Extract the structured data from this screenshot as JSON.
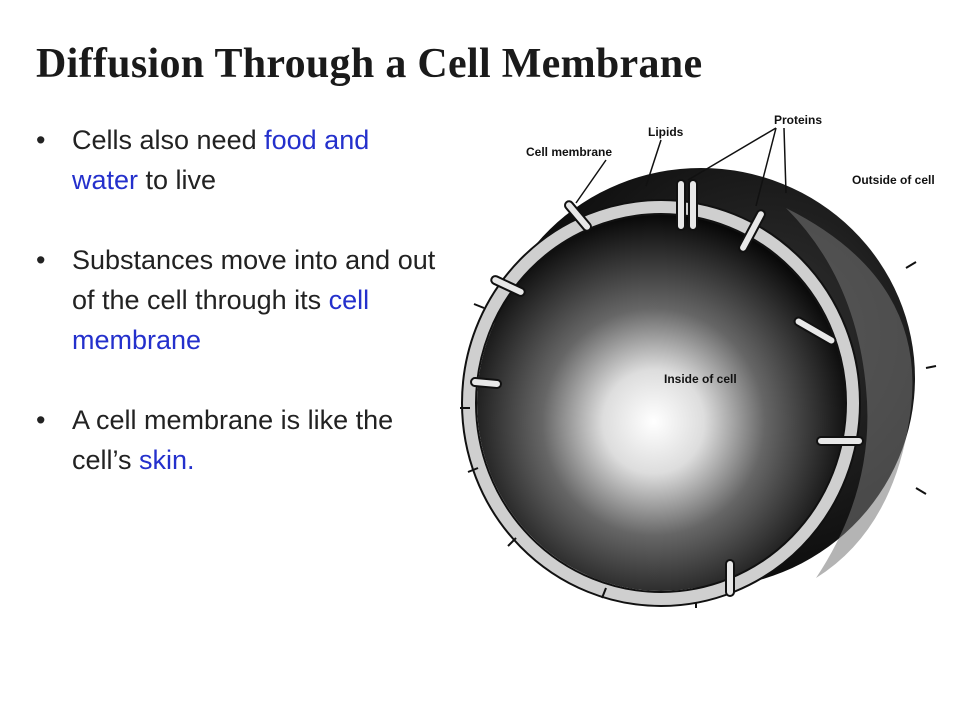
{
  "slide": {
    "title": "Diffusion Through a Cell Membrane",
    "bullets": [
      {
        "parts": [
          {
            "text": "Cells also need ",
            "highlight": false
          },
          {
            "text": "food and water",
            "highlight": true
          },
          {
            "text": " to live",
            "highlight": false
          }
        ]
      },
      {
        "parts": [
          {
            "text": "Substances move into and out of the cell through its ",
            "highlight": false
          },
          {
            "text": "cell membrane",
            "highlight": true
          }
        ]
      },
      {
        "parts": [
          {
            "text": "A cell membrane is like the cell’s ",
            "highlight": false
          },
          {
            "text": "skin.",
            "highlight": true
          }
        ]
      }
    ]
  },
  "diagram": {
    "labels": {
      "cell_membrane": "Cell membrane",
      "lipids": "Lipids",
      "proteins": "Proteins",
      "outside": "Outside of cell",
      "inside": "Inside of cell"
    }
  },
  "colors": {
    "highlight": "#2430cc",
    "text": "#222222"
  }
}
